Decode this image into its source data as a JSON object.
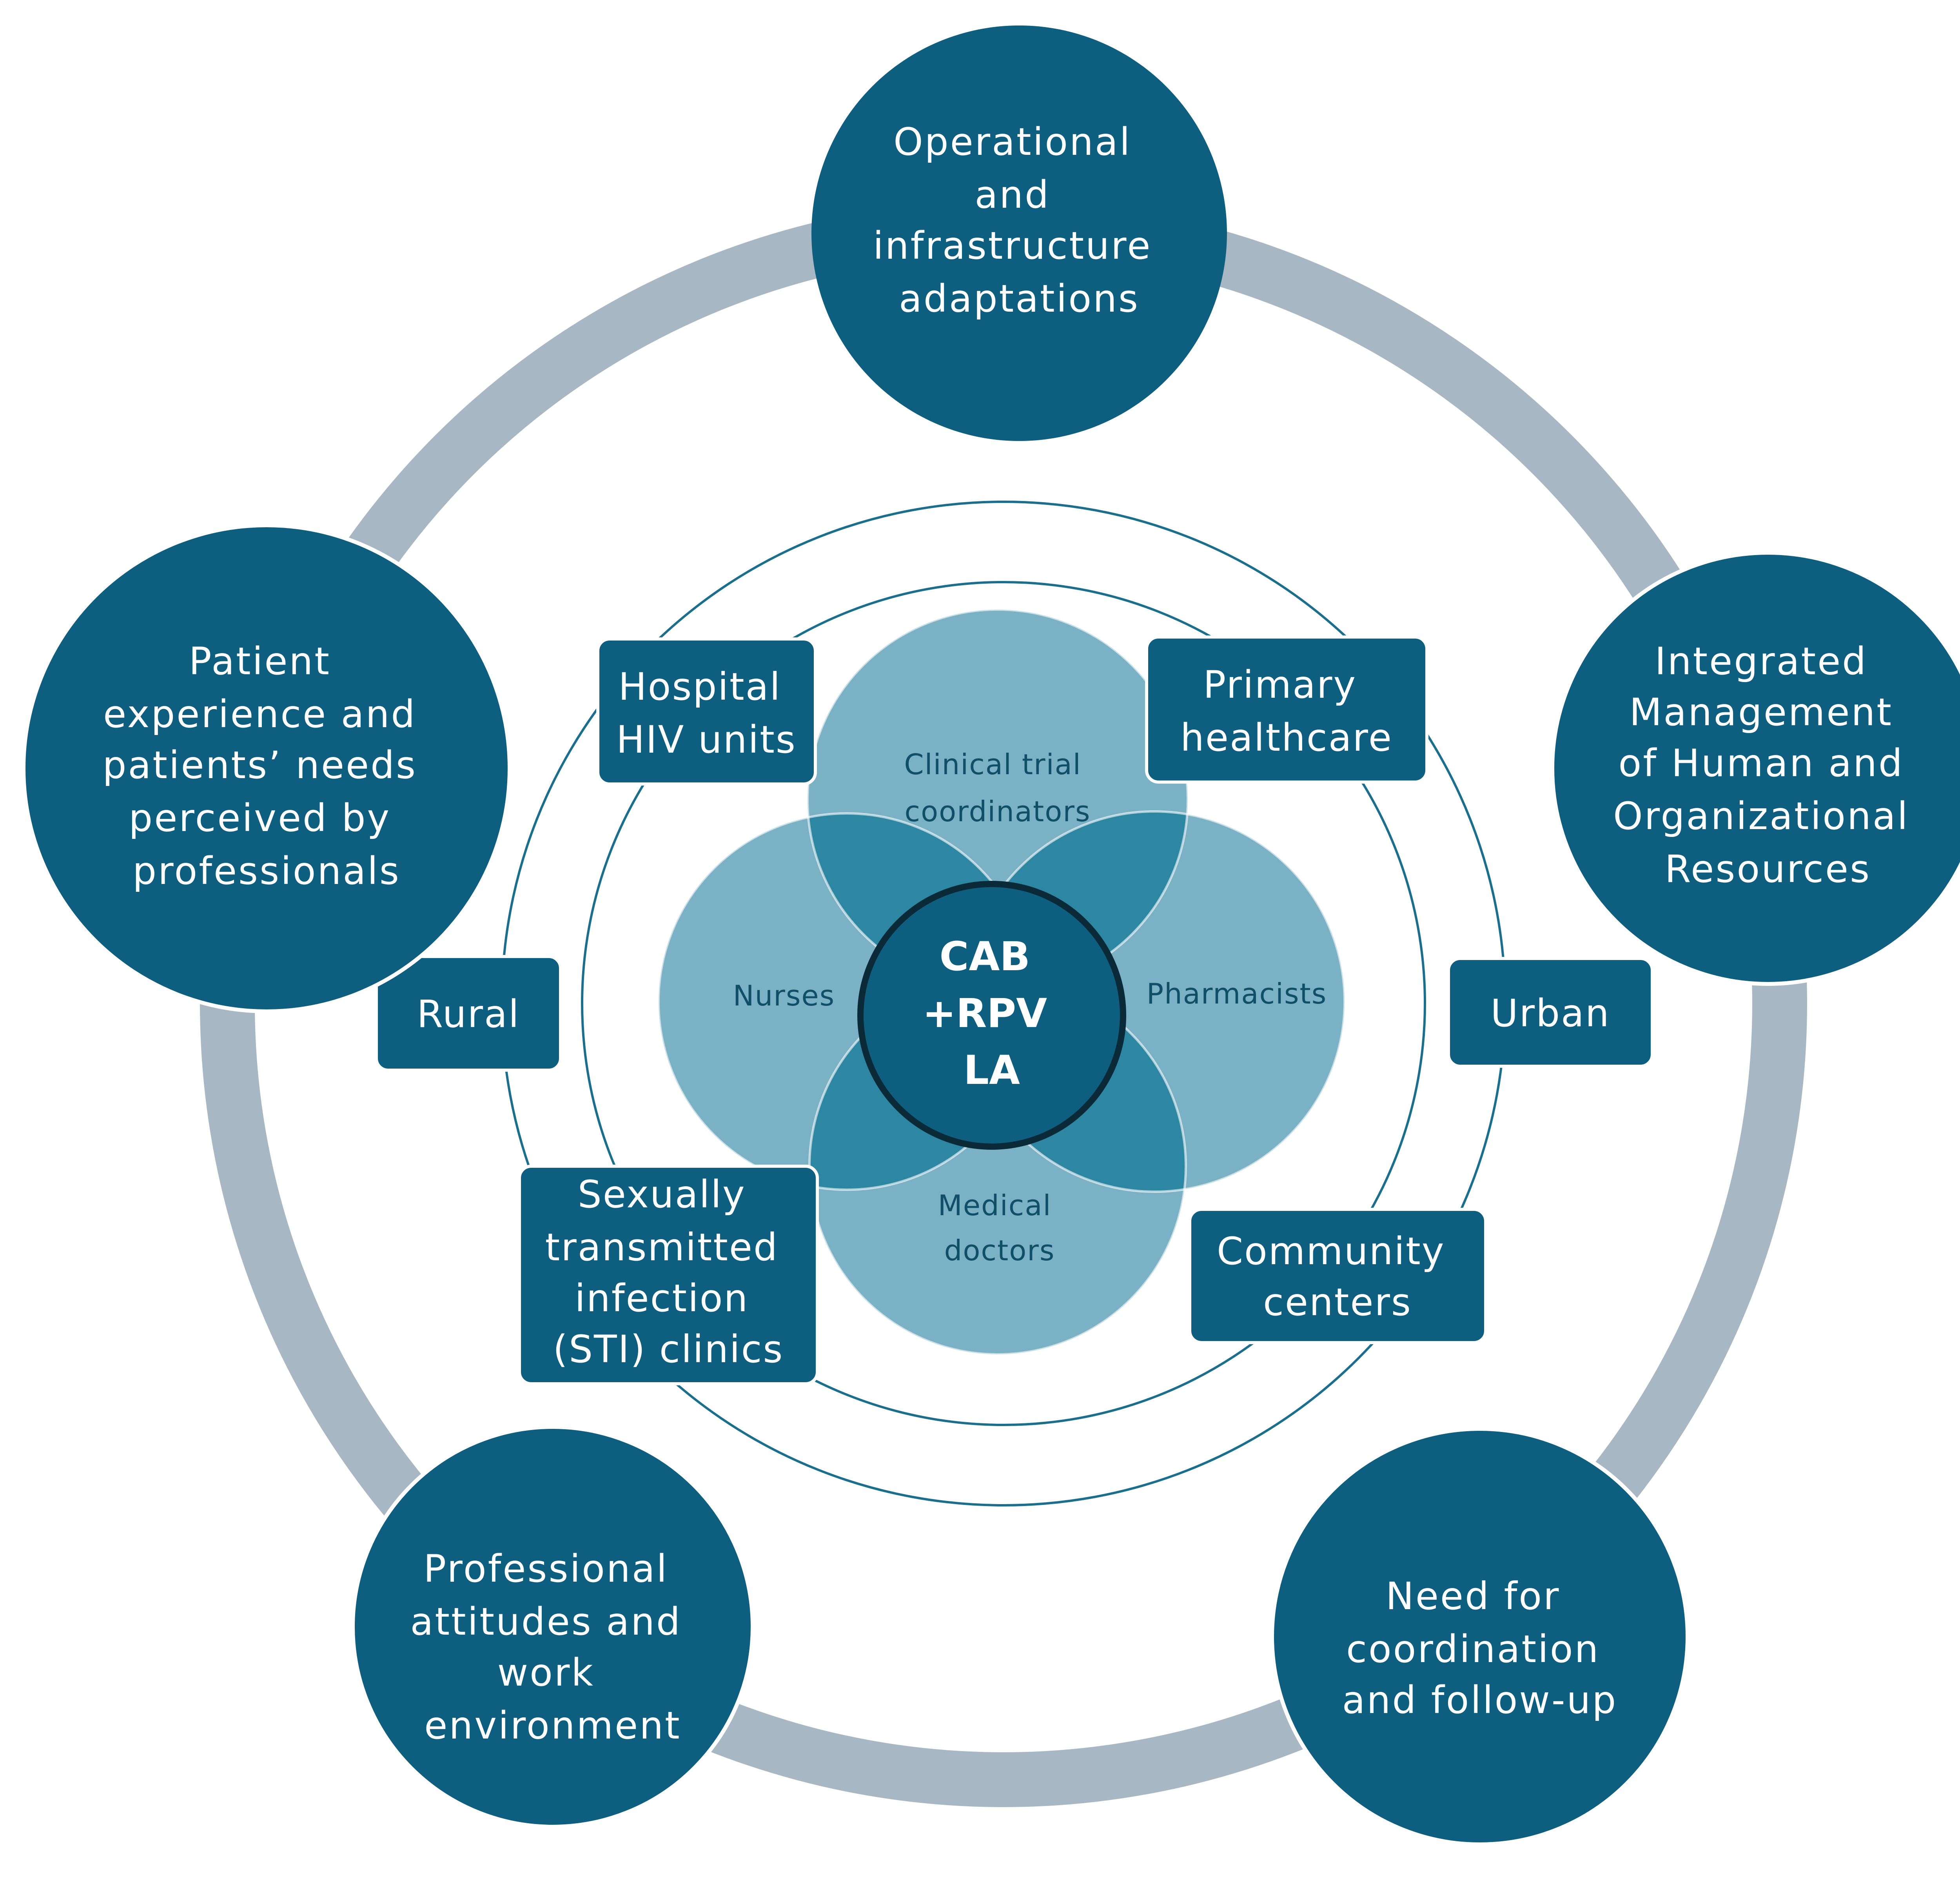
{
  "center": {
    "lines": [
      "CAB",
      "+RPV",
      "LA"
    ]
  },
  "petals": [
    {
      "id": "clinical-trial-coordinators",
      "lines": [
        "Clinical trial",
        "coordinators"
      ]
    },
    {
      "id": "nurses",
      "lines": [
        "Nurses"
      ]
    },
    {
      "id": "pharmacists",
      "lines": [
        "Pharmacists"
      ]
    },
    {
      "id": "medical-doctors",
      "lines": [
        "Medical",
        "doctors"
      ]
    }
  ],
  "settings": [
    {
      "id": "hospital-hiv-units",
      "lines": [
        "Hospital",
        "HIV units"
      ]
    },
    {
      "id": "primary-healthcare",
      "lines": [
        "Primary",
        "healthcare"
      ]
    },
    {
      "id": "rural",
      "lines": [
        "Rural"
      ]
    },
    {
      "id": "urban",
      "lines": [
        "Urban"
      ]
    },
    {
      "id": "sti-clinics",
      "lines": [
        "Sexually",
        "transmitted",
        "infection",
        "(STI) clinics"
      ]
    },
    {
      "id": "community-centers",
      "lines": [
        "Community",
        "centers"
      ]
    }
  ],
  "themes": [
    {
      "id": "operational",
      "lines": [
        "Operational",
        "and",
        "infrastructure",
        "adaptations"
      ]
    },
    {
      "id": "integrated-management",
      "lines": [
        "Integrated",
        "Management",
        "of Human and",
        "Organizational",
        "Resources"
      ]
    },
    {
      "id": "coordination",
      "lines": [
        "Need for",
        "coordination",
        "and follow-up"
      ]
    },
    {
      "id": "professional-attitudes",
      "lines": [
        "Professional",
        "attitudes and",
        "work",
        "environment"
      ]
    },
    {
      "id": "patient-experience",
      "lines": [
        "Patient",
        "experience and",
        "patients’ needs",
        "perceived by",
        "professionals"
      ]
    }
  ],
  "colors": {
    "dark_teal": "#0d5e7f",
    "petal": "#7ab1c4",
    "petal_overlap": "#2d87a2",
    "ring_thick": "#a7b7c4",
    "ring_thin": "#1b6f8c",
    "center_border": "#0a2a38"
  }
}
